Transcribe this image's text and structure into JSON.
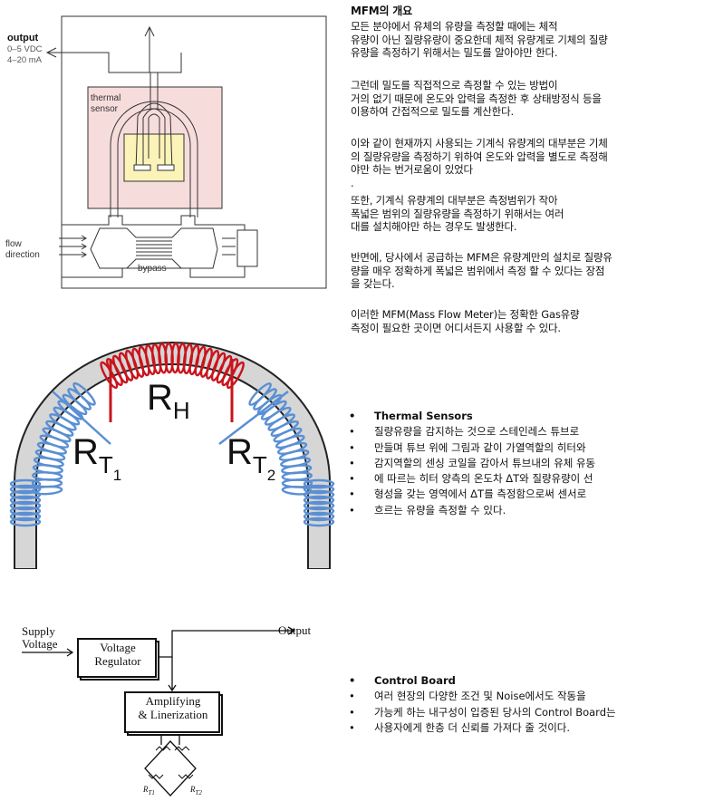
{
  "fig1": {
    "output_label": "output",
    "output_specs": [
      "0–5 VDC",
      "4–20 mA"
    ],
    "sensor_label": [
      "thermal",
      "sensor"
    ],
    "flow_label": [
      "flow",
      "direction"
    ],
    "bypass_label": "bypass"
  },
  "intro": {
    "title": "MFM의 개요",
    "paragraphs": [
      [
        "모든 분야에서 유체의 유량을 측정할 때에는 체적",
        "유량이 아닌 질량유량이 중요한데 체적 유량계로 기체의 질량",
        "유량을 측정하기 위해서는 밀도를 알아야만 한다."
      ],
      [
        "그런데 밀도를 직접적으로 측정할 수 있는 방법이",
        "거의 없기 때문에 온도와 압력을 측정한 후 상태방정식 등을",
        "이용하여 간접적으로 밀도를 계산한다."
      ],
      [
        "이와 같이 현재까지 사용되는 기계식 유량계의 대부분은 기체",
        "의 질량유량을 측정하기 위하여 온도와 압력을 별도로 측정해",
        "야만 하는 번거로움이 있었다",
        "."
      ],
      [
        "또한, 기계식 유량계의 대부분은 측정범위가 작아",
        "폭넓은 범위의 질량유량을 측정하기 위해서는 여러",
        "대를 설치해야만 하는 경우도 발생한다."
      ],
      [
        "반면에, 당사에서 공급하는 MFM은 유량계만의 설치로 질량유",
        "량을 매우 정확하게 폭넓은 범위에서 측정 할 수 있다는 장점",
        "을 갖는다."
      ],
      [
        "이러한 MFM(Mass Flow Meter)는 정확한 Gas유량",
        "측정이 필요한 곳이면 어디서든지 사용할 수 있다."
      ]
    ]
  },
  "fig2": {
    "rh_main": "R",
    "rh_sub": "H",
    "rt1_main": "R",
    "rt1_sub": "T",
    "rt1_num": "1",
    "rt2_main": "R",
    "rt2_sub": "T",
    "rt2_num": "2"
  },
  "thermal": {
    "title": "Thermal Sensors",
    "lines": [
      "질량유량을 감지하는 것으로 스테인레스 튜브로",
      "만들며 튜브 위에 그림과 같이 가열역할의 히터와",
      "감지역할의 센싱 코일을 감아서 튜브내의 유체 유동",
      "에 따르는 히터 양측의 온도차 ΔT와 질량유량이 선",
      "형성을 갖는 영역에서 ΔT를 측정함으로써 센서로",
      "흐르는 유량을 측정할 수 있다."
    ]
  },
  "fig3": {
    "supply": [
      "Supply",
      "Voltage"
    ],
    "regulator": [
      "Voltage",
      "Regulator"
    ],
    "output": "Output",
    "amplifier": [
      "Amplifying",
      "& Linerization"
    ],
    "rt1": "R",
    "rt1_sub": "T1",
    "rt2": "R",
    "rt2_sub": "T2"
  },
  "control": {
    "title": "Control Board",
    "lines": [
      "여러 현장의 다양한 조건 및 Noise에서도 작동을",
      "가능케 하는 내구성이 입증된 당사의 Control Board는",
      "사용자에게 한층 더 신뢰를 가져다 줄 것이다."
    ]
  },
  "colors": {
    "pink": "#f7dcdc",
    "yellow": "#fbf3b8",
    "tube": "#d6d6d6",
    "coil_red": "#c9141c",
    "coil_blue": "#5a8fd3"
  }
}
